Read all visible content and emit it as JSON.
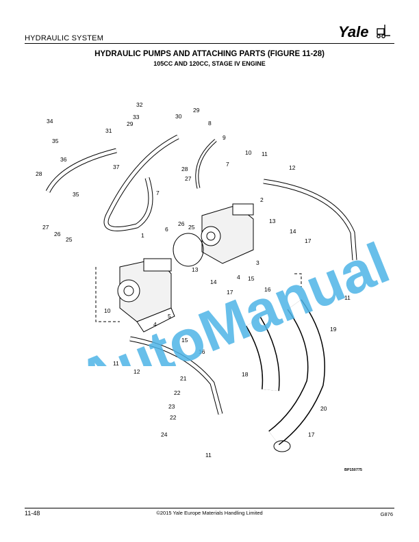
{
  "header": {
    "section": "HYDRAULIC SYSTEM",
    "brand": "Yale"
  },
  "figure": {
    "title": "HYDRAULIC PUMPS AND ATTACHING PARTS (FIGURE 11-28)",
    "subtitle": "105CC AND 120CC, STAGE IV ENGINE",
    "reference": "BP150775",
    "callouts": [
      "1",
      "2",
      "3",
      "4",
      "4",
      "5",
      "6",
      "7",
      "7",
      "8",
      "9",
      "10",
      "10",
      "11",
      "11",
      "11",
      "11",
      "12",
      "12",
      "13",
      "13",
      "14",
      "14",
      "15",
      "15",
      "16",
      "16",
      "17",
      "17",
      "17",
      "18",
      "19",
      "20",
      "21",
      "22",
      "22",
      "23",
      "24",
      "25",
      "25",
      "26",
      "26",
      "27",
      "27",
      "28",
      "28",
      "29",
      "29",
      "30",
      "31",
      "32",
      "33",
      "34",
      "35",
      "35",
      "36",
      "37"
    ]
  },
  "watermark": {
    "text": "AutoManual",
    "color": "#4db4e6"
  },
  "footer": {
    "page": "11-48",
    "copyright": "©2015 Yale Europe Materials Handling Limited",
    "doc_code": "G876"
  }
}
